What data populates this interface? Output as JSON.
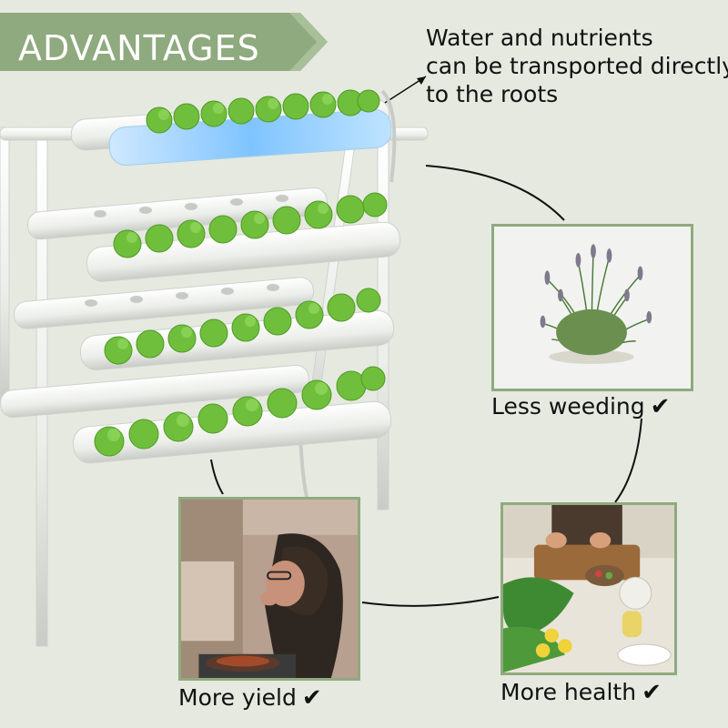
{
  "banner": {
    "title": "ADVANTAGES"
  },
  "callout": {
    "line1": "Water and nutrients",
    "line2": "can be transported directly",
    "line3": "to the roots"
  },
  "benefits": [
    {
      "label": "Less weeding",
      "check": "✔"
    },
    {
      "label": "More health",
      "check": "✔"
    },
    {
      "label": "More yield",
      "check": "✔"
    }
  ],
  "colors": {
    "banner": "#8faa7e",
    "frame": "#8faa7e",
    "background": "#e6e9e0",
    "pipe": "#f4f4f2",
    "lettuce": "#6fbf3c"
  }
}
